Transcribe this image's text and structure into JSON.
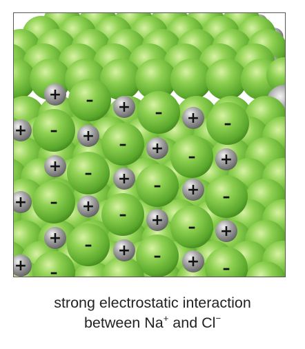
{
  "figure": {
    "cation_sign": "+",
    "anion_sign": "–",
    "colors": {
      "chloride": "#7ec843",
      "sodium": "#9a9a9a",
      "frame": "#555555",
      "caption_text": "#222222"
    }
  },
  "caption": {
    "line1": "strong electrostatic interaction",
    "line2_prefix": "between Na",
    "na_charge": "+",
    "line2_middle": " and Cl",
    "cl_charge": "−"
  }
}
